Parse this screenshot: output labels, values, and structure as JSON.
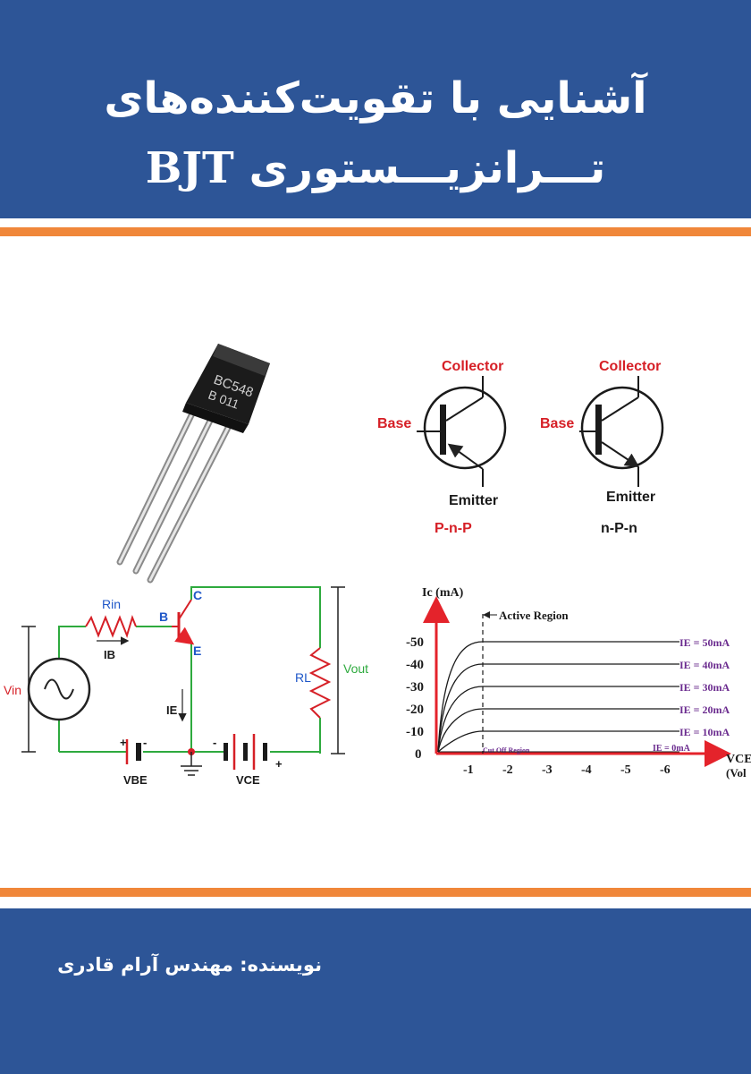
{
  "cover": {
    "title_line1": "آشنایی با تقویت‌کننده‌های",
    "title_line2_fa": "تـــرانزیـــستوری",
    "title_line2_latin": "BJT",
    "author": "نویسنده: مهندس آرام قادری"
  },
  "colors": {
    "band_blue": "#2d5597",
    "stripe_orange": "#f0873a",
    "circuit_green": "#2eaa3e",
    "symbol_red": "#d61f26",
    "curve_purple": "#6b2c8f",
    "label_blue": "#1f57c8"
  },
  "transistor_photo": {
    "marking_line1": "BC548",
    "marking_line2": "B 011"
  },
  "symbols": {
    "pnp": {
      "collector": "Collector",
      "base": "Base",
      "emitter": "Emitter",
      "type": "P-n-P"
    },
    "npn": {
      "collector": "Collector",
      "base": "Base",
      "emitter": "Emitter",
      "type": "n-P-n"
    }
  },
  "circuit": {
    "rin": "Rin",
    "ib": "IB",
    "b": "B",
    "c": "C",
    "e": "E",
    "ie": "IE",
    "vin": "Vin",
    "vout": "Vout",
    "rl": "RL",
    "vbe": "VBE",
    "vce": "VCE",
    "plus": "+",
    "minus": "-"
  },
  "graph": {
    "ylabel": "Ic (mA)",
    "xlabel_fragment": "VCE",
    "xlabel_unit_fragment": "(Vol",
    "active_region": "Active Region",
    "cutoff_region": "Cut Off Region",
    "y_ticks": [
      "50",
      "40",
      "30",
      "20",
      "10",
      "0"
    ],
    "x_ticks": [
      "-1",
      "-2",
      "-3",
      "-4",
      "-5",
      "-6"
    ],
    "curves": [
      {
        "label": "IE = 50mA",
        "level": 50
      },
      {
        "label": "IE = 40mA",
        "level": 40
      },
      {
        "label": "IE = 30mA",
        "level": 30
      },
      {
        "label": "IE = 20mA",
        "level": 20
      },
      {
        "label": "IE = 10mA",
        "level": 10
      },
      {
        "label": "IE = 0mA",
        "level": 0
      }
    ]
  }
}
